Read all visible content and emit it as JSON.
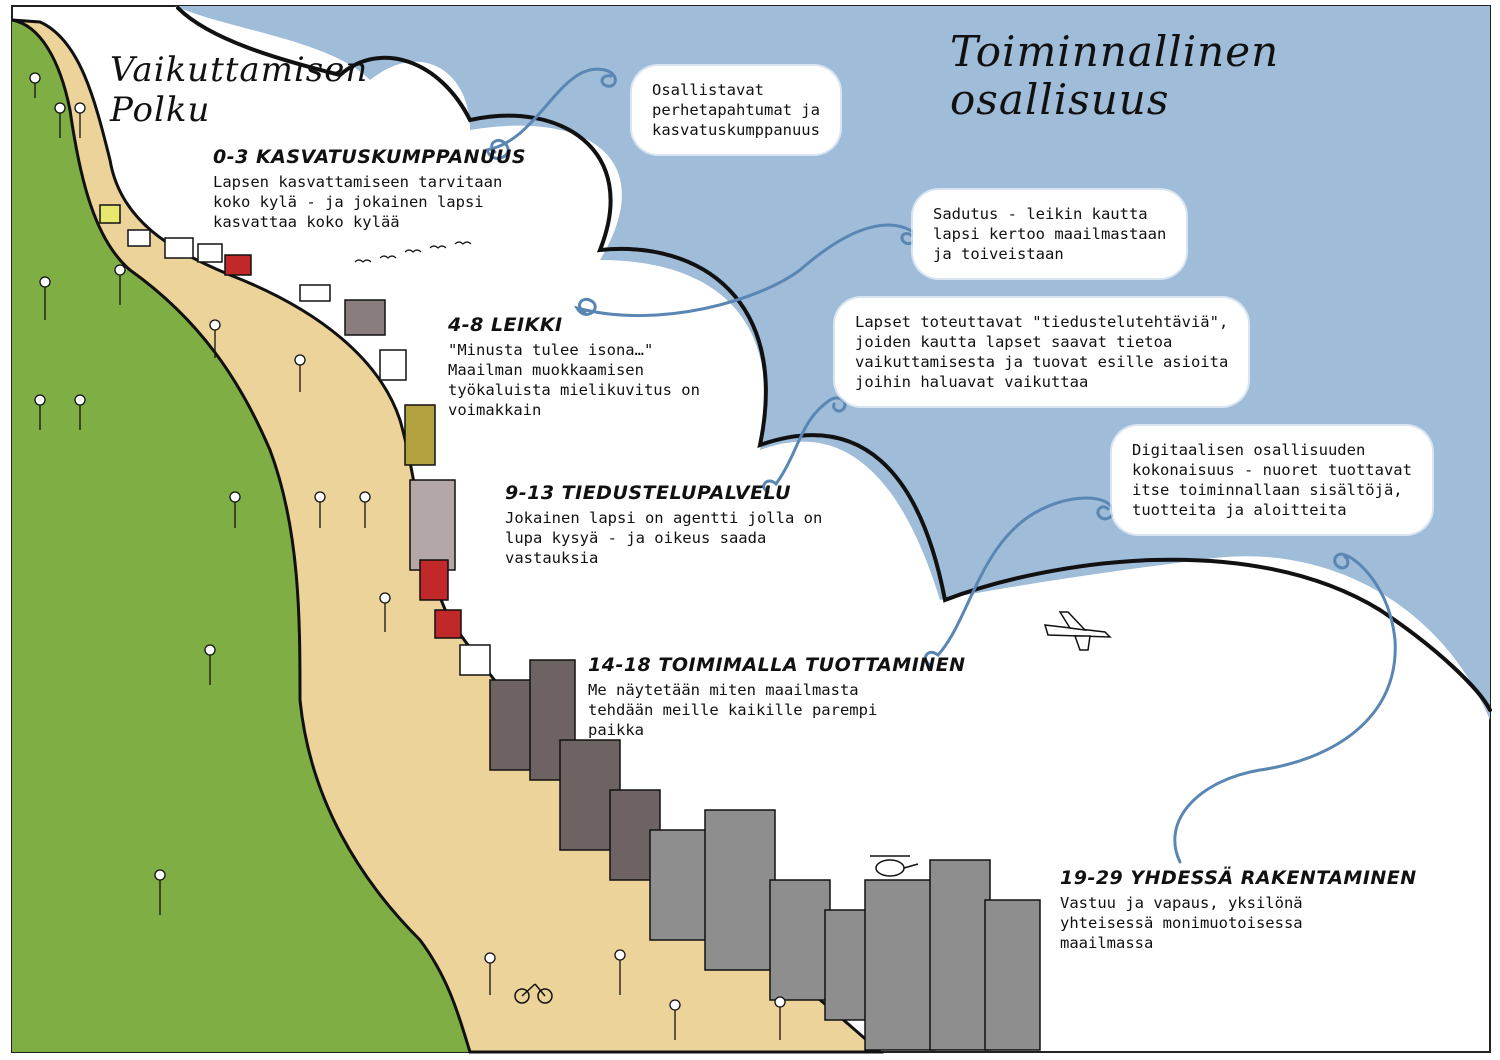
{
  "titles": {
    "left": "Vaikuttamisen\nPolku",
    "right": "Toiminnallinen\nosallisuus"
  },
  "stages": [
    {
      "title": "0-3 KASVATUSKUMPPANUUS",
      "text": "Lapsen kasvattamiseen tarvitaan\nkoko kylä - ja jokainen lapsi\nkasvattaa koko kylää"
    },
    {
      "title": "4-8 LEIKKI",
      "text": "\"Minusta tulee isona…\"\nMaailman muokkaamisen\ntyökaluista mielikuvitus on\nvoimakkain"
    },
    {
      "title": "9-13 TIEDUSTELUPALVELU",
      "text": "Jokainen lapsi on agentti jolla on\nlupa kysyä - ja oikeus saada\nvastauksia"
    },
    {
      "title": "14-18 TOIMIMALLA TUOTTAMINEN",
      "text": "Me näytetään miten maailmasta\ntehdään meille kaikille parempi\npaikka"
    },
    {
      "title": "19-29 YHDESSÄ RAKENTAMINEN",
      "text": "Vastuu ja vapaus, yksilönä\nyhteisessä monimuotoisessa\nmaailmassa"
    }
  ],
  "bubbles": [
    "Osallistavat\nperhetapahtumat ja\nkasvatuskumppanuus",
    "Sadutus - leikin kautta\nlapsi kertoo maailmastaan\nja toiveistaan",
    "Lapset toteuttavat \"tiedustelutehtäviä\",\njoiden kautta lapset saavat tietoa\nvaikuttamisesta ja tuovat esille asioita\njoihin haluavat vaikuttaa",
    "Digitaalisen osallisuuden\nkokonaisuus - nuoret tuottavat\nitse toiminnallaan sisältöjä,\ntuotteita ja aloitteita"
  ],
  "colors": {
    "sky": "#9fbcd9",
    "grass": "#7fae44",
    "path": "#ecd39a",
    "curl": "#5a86b4",
    "building_dark": "#6d6363",
    "building_gray": "#8f8e8e",
    "house_red": "#c0282a"
  }
}
